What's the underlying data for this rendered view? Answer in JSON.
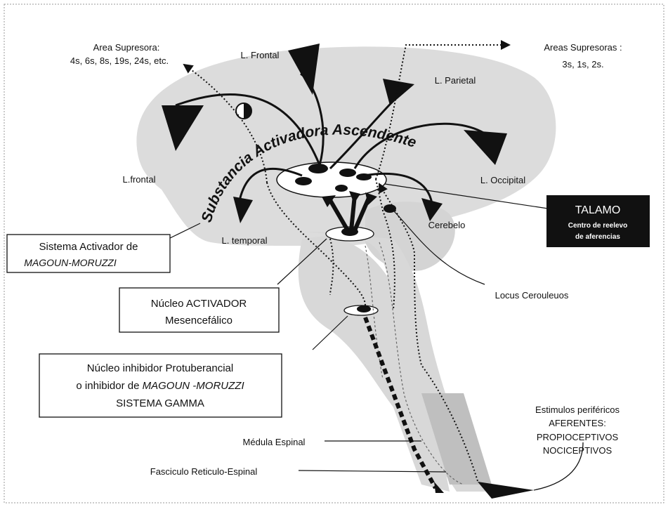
{
  "labels": {
    "area_supresora_1": "Area Supresora:",
    "area_supresora_2": "4s, 6s, 8s, 19s, 24s, etc.",
    "areas_supresoras_1": "Areas Supresoras :",
    "areas_supresoras_2": "3s, 1s, 2s.",
    "l_frontal_top": "L. Frontal",
    "l_parietal": "L. Parietal",
    "l_frontal_left": "L.frontal",
    "l_occipital": "L. Occipital",
    "l_temporal": "L. temporal",
    "cerebelo": "Cerebelo",
    "locus": "Locus Cerouleuos",
    "substancia": "Substancia Activadora Ascendente",
    "medula": "Médula Espinal",
    "fasciculo": "Fasciculo Reticulo-Espinal"
  },
  "boxes": {
    "talamo_title": "TALAMO",
    "talamo_sub_1": "Centro de reelevo",
    "talamo_sub_2": "de aferencias",
    "sistema_1": "Sistema Activador de",
    "sistema_2": "MAGOUN-MORUZZI",
    "nucleo_act_1": "Núcleo ACTIVADOR",
    "nucleo_act_2": "Mesencefálico",
    "nucleo_inh_1": "Núcleo inhibidor Protuberancial",
    "nucleo_inh_2a": "o inhibidor de ",
    "nucleo_inh_2b": "MAGOUN -MORUZZI",
    "nucleo_inh_3": "SISTEMA GAMMA",
    "estimulos_1": "Estimulos periféricos",
    "estimulos_2": "AFERENTES:",
    "estimulos_3": "PROPIOCEPTIVOS",
    "estimulos_4": "NOCICEPTIVOS"
  }
}
